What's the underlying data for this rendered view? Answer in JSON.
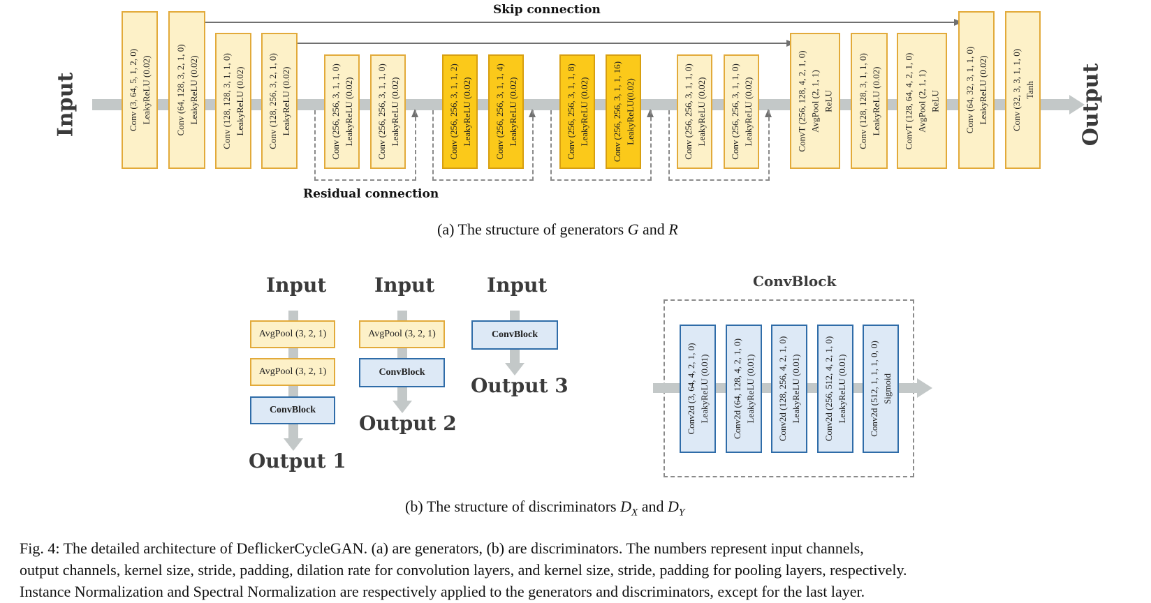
{
  "generator": {
    "input_label": "Input",
    "output_label": "Output",
    "skip_label": "Skip connection",
    "residual_label": "Residual connection",
    "caption_prefix": "(a)  The structure of generators ",
    "caption_G": "G",
    "caption_and": " and ",
    "caption_R": "R",
    "blocks": [
      {
        "lines": [
          "Conv (3, 64, 5, 1, 2, 0)",
          "LeakyReLU (0.02)"
        ],
        "style": "light"
      },
      {
        "lines": [
          "Conv (64, 128, 3, 2, 1, 0)",
          "LeakyReLU (0.02)"
        ],
        "style": "light"
      },
      {
        "lines": [
          "Conv (128, 128, 3, 1, 1, 0)",
          "LeakyReLU (0.02)"
        ],
        "style": "light"
      },
      {
        "lines": [
          "Conv (128, 256, 3, 2, 1, 0)",
          "LeakyReLU (0.02)"
        ],
        "style": "light"
      },
      {
        "lines": [
          "Conv (256, 256, 3, 1, 1, 0)",
          "LeakyReLU (0.02)"
        ],
        "style": "light"
      },
      {
        "lines": [
          "Conv (256, 256, 3, 1, 1, 0)",
          "LeakyReLU (0.02)"
        ],
        "style": "light"
      },
      {
        "lines": [
          "Conv (256, 256, 3, 1, 1, 2)",
          "LeakyReLU (0.02)"
        ],
        "style": "dark"
      },
      {
        "lines": [
          "Conv (256, 256, 3, 1, 1, 4)",
          "LeakyReLU (0.02)"
        ],
        "style": "dark"
      },
      {
        "lines": [
          "Conv (256, 256, 3, 1, 1, 8)",
          "LeakyReLU (0.02)"
        ],
        "style": "dark"
      },
      {
        "lines": [
          "Conv (256, 256, 3, 1, 1, 16)",
          "LeakyReLU(0.02)"
        ],
        "style": "dark"
      },
      {
        "lines": [
          "Conv (256, 256, 3, 1, 1, 0)",
          "LeakyReLU (0.02)"
        ],
        "style": "light"
      },
      {
        "lines": [
          "Conv (256, 256, 3, 1, 1, 0)",
          "LeakyReLU (0.02)"
        ],
        "style": "light"
      },
      {
        "lines": [
          "ConvT (256, 128, 4, 2, 1, 0)",
          "AvgPool (2, 1, 1)",
          "ReLU"
        ],
        "style": "light"
      },
      {
        "lines": [
          "Conv (128, 128, 3, 1, 1, 0)",
          "LeakyReLU (0.02)"
        ],
        "style": "light"
      },
      {
        "lines": [
          "ConvT (128, 64, 4, 2, 1, 0)",
          "AvgPool (2, 1, 1)",
          "ReLU"
        ],
        "style": "light"
      },
      {
        "lines": [
          "Conv (64, 32, 3, 1, 1, 0)",
          "LeakyReLU (0.02)"
        ],
        "style": "light"
      },
      {
        "lines": [
          "Conv (32, 3, 3, 1, 1, 0)",
          "Tanh"
        ],
        "style": "light"
      }
    ]
  },
  "discriminator": {
    "input_label": "Input",
    "avgpool": "AvgPool (3, 2, 1)",
    "convblock": "ConvBlock",
    "output1": "Output 1",
    "output2": "Output 2",
    "output3": "Output 3",
    "convblock_title": "ConvBlock",
    "convblock_layers": [
      [
        "Conv2d (3, 64, 4, 2, 1, 0)",
        "LeakyReLU (0.01)"
      ],
      [
        "Conv2d (64, 128, 4, 2, 1, 0)",
        "LeakyReLU (0.01)"
      ],
      [
        "Conv2d (128, 256, 4, 2, 1, 0)",
        "LeakyReLU (0.01)"
      ],
      [
        "Conv2d (256, 512, 4, 2, 1, 0)",
        "LeakyReLU (0.01)"
      ],
      [
        "Conv2d (512, 1, 1, 1, 0, 0)",
        "Sigmoid"
      ]
    ],
    "caption_prefix": "(b)  The structure of discriminators ",
    "caption_D": "D",
    "caption_X": "X",
    "caption_and": " and ",
    "caption_Y": "Y"
  },
  "figure_caption": [
    "Fig. 4: The detailed architecture of DeflickerCycleGAN. (a) are generators, (b) are discriminators. The numbers represent input channels,",
    "output channels, kernel size, stride, padding, dilation rate for convolution layers, and kernel size, stride, padding for pooling layers, respectively.",
    "Instance Normalization and Spectral Normalization are respectively applied to the generators and discriminators, except for the last layer."
  ],
  "colors": {
    "light_fill": "#fdf1c8",
    "light_border": "#e2aa3a",
    "dark_fill": "#fbc91a",
    "blue_fill": "#dde9f6",
    "blue_border": "#2f6ca8",
    "arrow": "#c3c8c8",
    "dashed": "#8a8a8a"
  }
}
